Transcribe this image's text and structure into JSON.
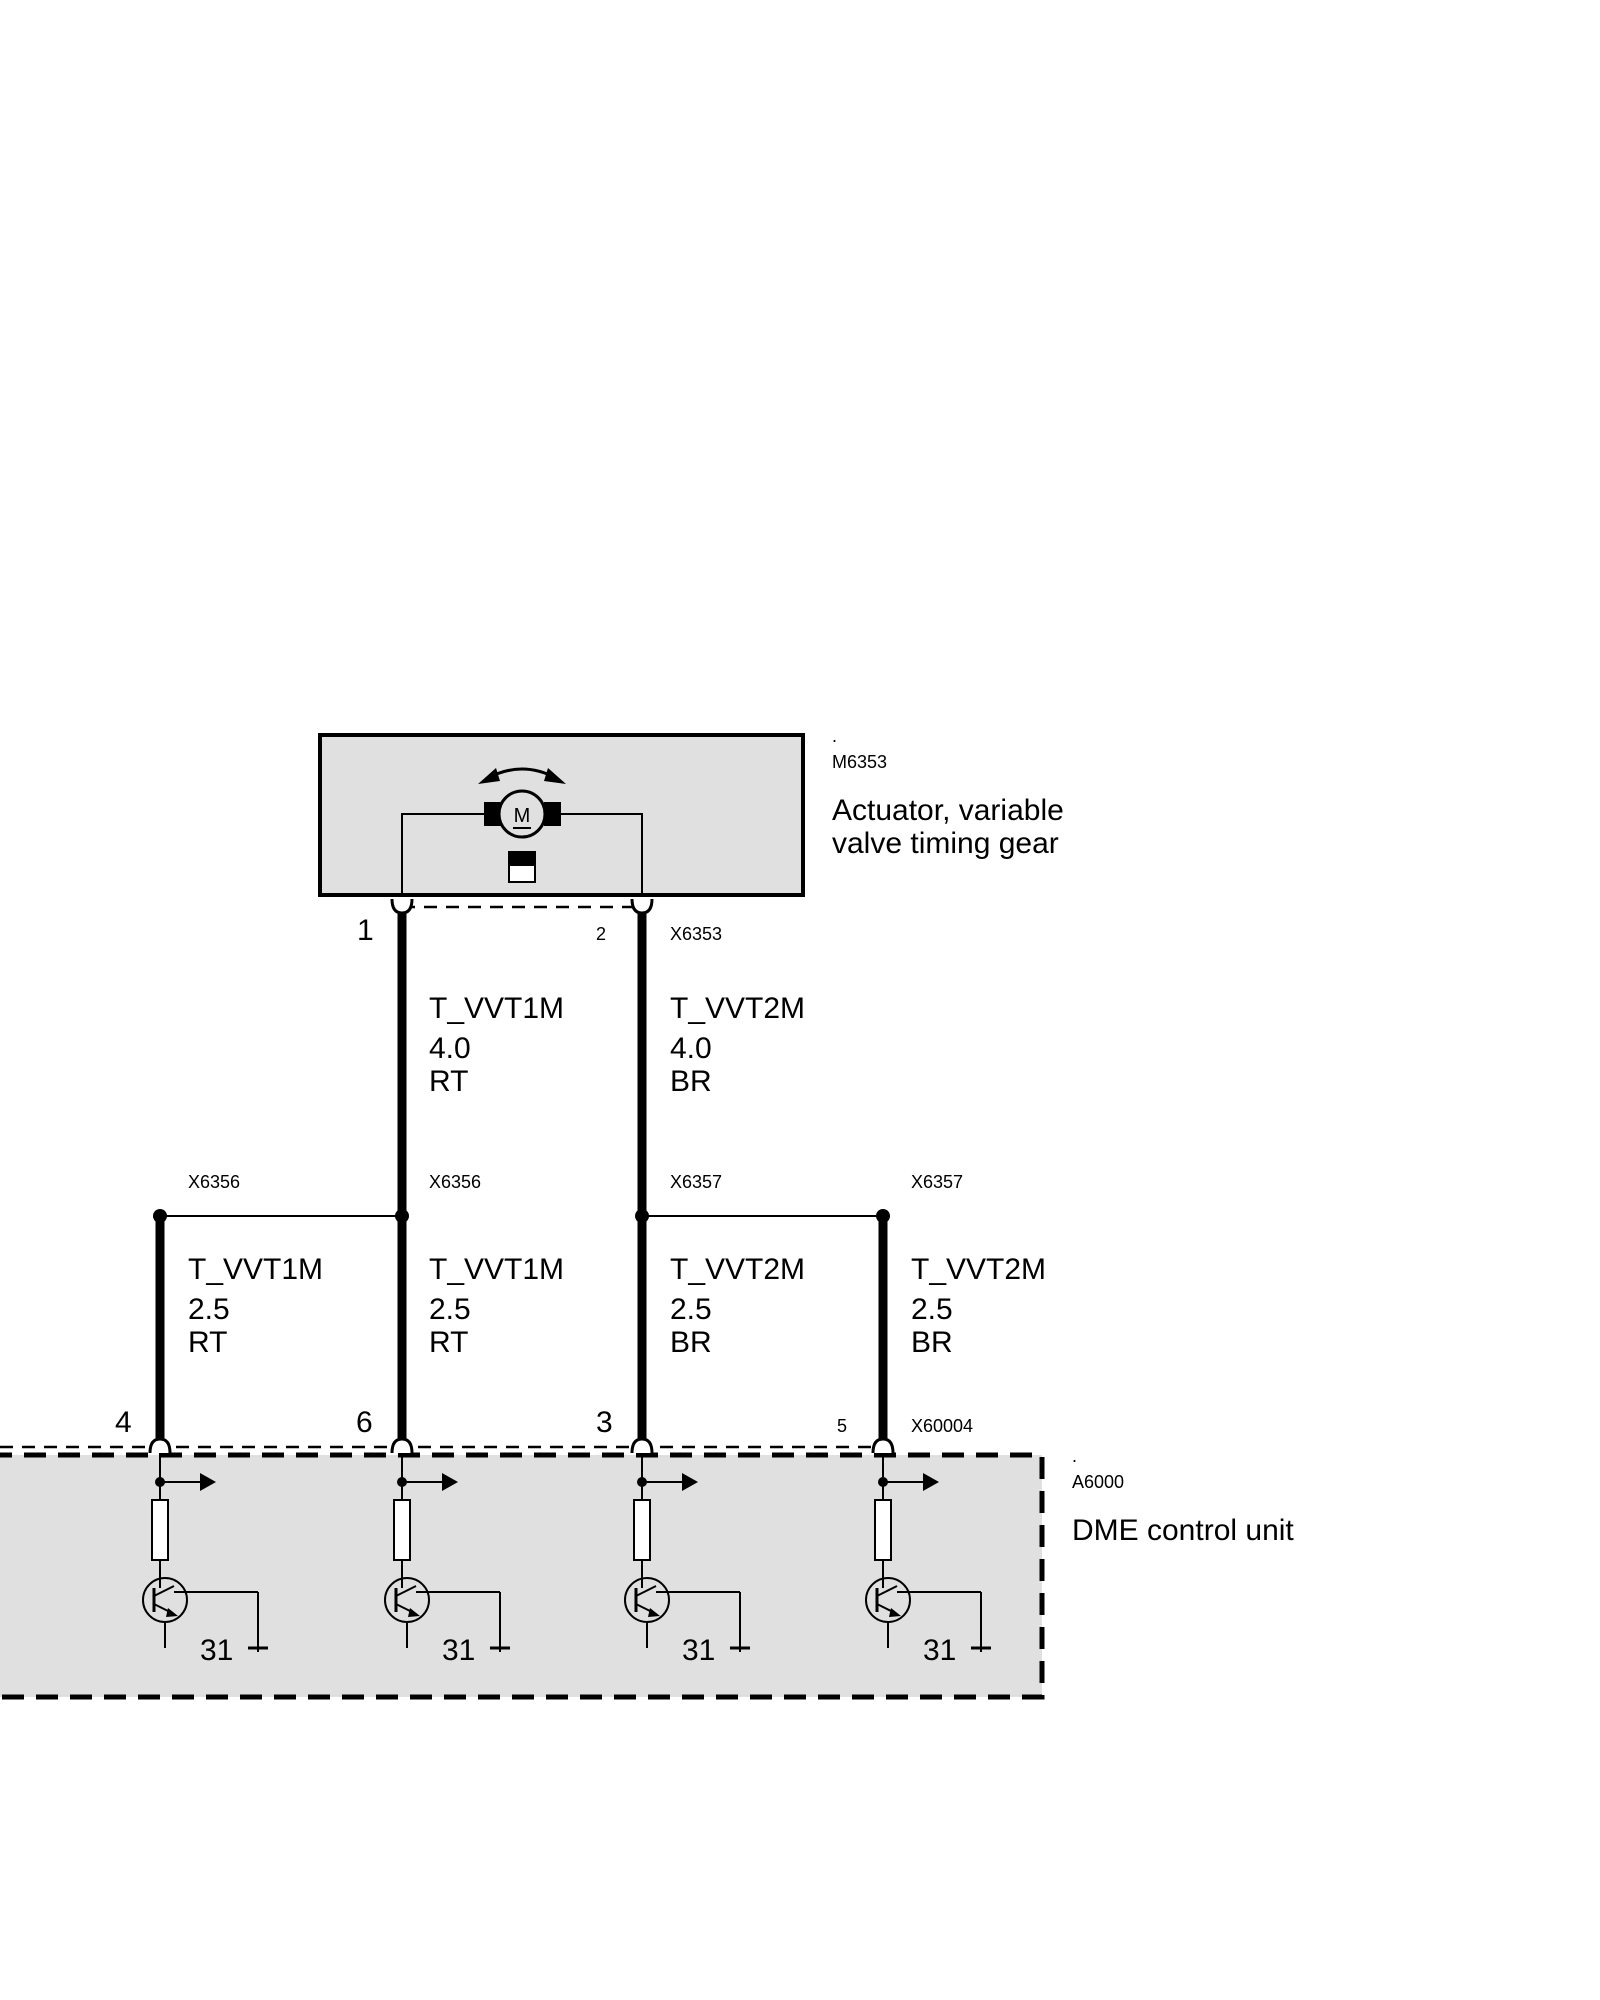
{
  "colors": {
    "box_fill": "#e0e0e0",
    "wire": "#000000",
    "background": "#ffffff"
  },
  "actuator": {
    "dot": ".",
    "id": "M6353",
    "name_line1": "Actuator, variable",
    "name_line2": "valve timing gear",
    "motor_symbol": "M",
    "connector": "X6353",
    "pin_left": "1",
    "pin_right": "2"
  },
  "control_unit": {
    "dot": ".",
    "id": "A6000",
    "name": "DME control unit",
    "connector": "X60004",
    "pins": [
      "4",
      "6",
      "3",
      "5"
    ],
    "ground_label": "31"
  },
  "upper_wires": [
    {
      "signal": "T_VVT1M",
      "gauge": "4.0",
      "color": "RT"
    },
    {
      "signal": "T_VVT2M",
      "gauge": "4.0",
      "color": "BR"
    }
  ],
  "splices": [
    "X6356",
    "X6356",
    "X6357",
    "X6357"
  ],
  "lower_wires": [
    {
      "signal": "T_VVT1M",
      "gauge": "2.5",
      "color": "RT"
    },
    {
      "signal": "T_VVT1M",
      "gauge": "2.5",
      "color": "RT"
    },
    {
      "signal": "T_VVT2M",
      "gauge": "2.5",
      "color": "BR"
    },
    {
      "signal": "T_VVT2M",
      "gauge": "2.5",
      "color": "BR"
    }
  ]
}
